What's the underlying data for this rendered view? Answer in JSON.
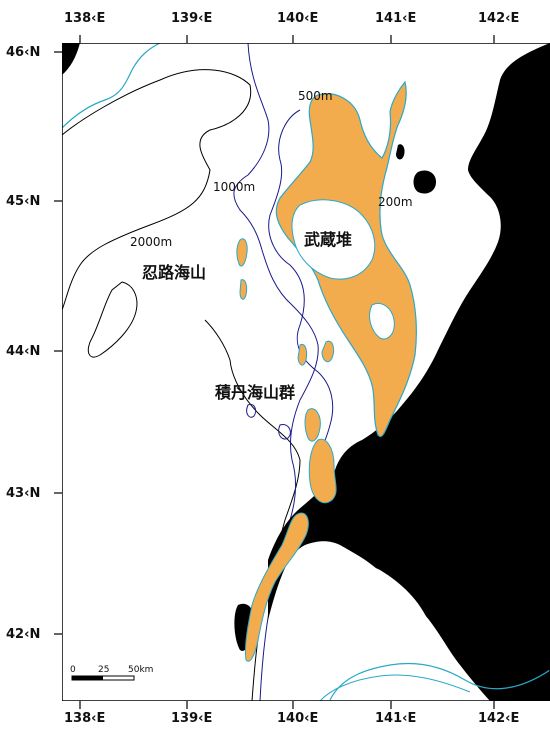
{
  "map": {
    "longitude_labels": [
      "138‹E",
      "139‹E",
      "140‹E",
      "141‹E",
      "142‹E"
    ],
    "latitude_labels": [
      "46‹N",
      "45‹N",
      "44‹N",
      "43‹N",
      "42‹N"
    ],
    "contour_labels": {
      "c500": "500m",
      "c1000": "1000m",
      "c2000": "2000m",
      "c200": "200m"
    },
    "place_names": {
      "musashi": "武蔵堆",
      "oshoro": "忍路海山",
      "shakotan": "積丹海山群"
    },
    "scale_bar": {
      "zero": "0",
      "mid": "25",
      "end": "50km"
    },
    "colors": {
      "land": "#000000",
      "bank_fill": "#f2ac4e",
      "bank_outline": "#2aa8c8",
      "contour_200": "#2aa8c8",
      "contour_500": "#1a1a8c",
      "contour_deep": "#000000"
    }
  }
}
